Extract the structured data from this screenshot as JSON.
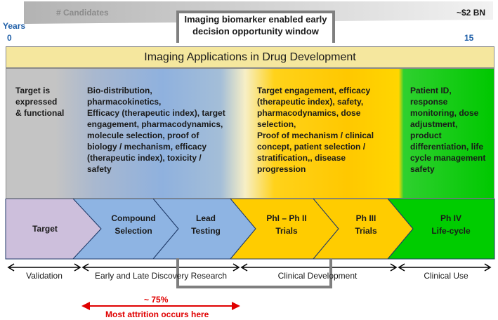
{
  "candidates": {
    "label": "# Candidates",
    "cost": "~$2 BN"
  },
  "timeline": {
    "years_label": "Years",
    "start": "0",
    "end": "15"
  },
  "window_box": {
    "line1": "Imaging biomarker enabled early",
    "line2": "decision opportunity window"
  },
  "title": "Imaging Applications in Drug Development",
  "applications": [
    {
      "id": "target",
      "text": "Target is\nexpressed\n& functional"
    },
    {
      "id": "discovery",
      "text": "Bio-distribution,\npharmacokinetics,\nEfficacy (therapeutic index), target\nengagement, pharmacodynamics,\nmolecule selection, proof of\nbiology / mechanism, efficacy\n(therapeutic index), toxicity /\nsafety"
    },
    {
      "id": "clinical",
      "text": "Target engagement, efficacy\n(therapeutic index), safety,\npharmacodynamics, dose\nselection,\nProof of mechanism / clinical\nconcept, patient selection /\nstratification,, disease\nprogression"
    },
    {
      "id": "clinical-use",
      "text": "Patient ID,\nresponse\nmonitoring, dose\nadjustment,\nproduct\ndifferentiation, life\ncycle management\nsafety"
    }
  ],
  "stages": [
    {
      "id": "target",
      "label": "Target",
      "color": "#cdbfdc"
    },
    {
      "id": "compound-selection",
      "label": "Compound\nSelection",
      "color": "#8eb4e3"
    },
    {
      "id": "lead-testing",
      "label": "Lead\nTesting",
      "color": "#8eb4e3"
    },
    {
      "id": "ph1-ph2",
      "label": "PhI – Ph II\nTrials",
      "color": "#ffcc00"
    },
    {
      "id": "ph3",
      "label": "Ph III\nTrials",
      "color": "#ffcc00"
    },
    {
      "id": "ph4",
      "label": "Ph IV\nLife-cycle",
      "color": "#00cc00"
    }
  ],
  "phases": [
    {
      "id": "validation",
      "label": "Validation"
    },
    {
      "id": "discovery",
      "label": "Early and Late Discovery Research"
    },
    {
      "id": "clinical",
      "label": "Clinical Development"
    },
    {
      "id": "clinical-use",
      "label": "Clinical Use"
    }
  ],
  "attrition": {
    "percent": "~ 75%",
    "text": "Most attrition occurs here",
    "color": "#e00000"
  }
}
